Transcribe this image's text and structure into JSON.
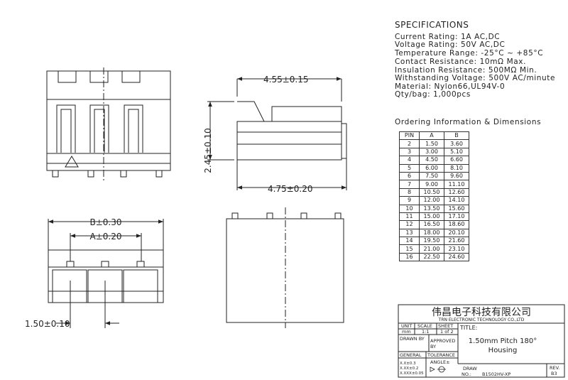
{
  "specifications": {
    "title": "SPECIFICATIONS",
    "lines": [
      "Current Rating: 1A AC,DC",
      "Voltage Rating: 50V AC,DC",
      "Temperature Range: -25°C ~ +85°C",
      "Contact Resistance: 10mΩ Max.",
      "Insulation Resistance: 500MΩ Min.",
      "Withstanding Voltage: 500V AC/minute",
      "Material: Nylon66,UL94V-0",
      "Qty/bag: 1,000pcs"
    ]
  },
  "ordering": {
    "title": "Ordering Information & Dimensions",
    "headers": [
      "PIN",
      "A",
      "B"
    ],
    "rows": [
      [
        "2",
        "1.50",
        "3.60"
      ],
      [
        "3",
        "3.00",
        "5.10"
      ],
      [
        "4",
        "4.50",
        "6.60"
      ],
      [
        "5",
        "6.00",
        "8.10"
      ],
      [
        "6",
        "7.50",
        "9.60"
      ],
      [
        "7",
        "9.00",
        "11.10"
      ],
      [
        "8",
        "10.50",
        "12.60"
      ],
      [
        "9",
        "12.00",
        "14.10"
      ],
      [
        "10",
        "13.50",
        "15.60"
      ],
      [
        "11",
        "15.00",
        "17.10"
      ],
      [
        "12",
        "16.50",
        "18.60"
      ],
      [
        "13",
        "18.00",
        "20.10"
      ],
      [
        "14",
        "19.50",
        "21.60"
      ],
      [
        "15",
        "21.00",
        "23.10"
      ],
      [
        "16",
        "22.50",
        "24.60"
      ]
    ]
  },
  "dimensions": {
    "top_width": "4.55±0.15",
    "height": "2.45±0.10",
    "bottom_width": "4.75±0.20",
    "b_dim": "B±0.30",
    "a_dim": "A±0.20",
    "pitch": "1.50±0.10"
  },
  "title_block": {
    "company_cn": "伟昌电子科技有限公司",
    "company_en": "TRN ELECTRONIC TECHNOLOGY CO.,LTD",
    "unit_label": "UNIT",
    "unit_value": "mm",
    "scale_label": "SCALE",
    "scale_value": "1:1",
    "sheet_label": "SHEET",
    "sheet_value": "1 of 2",
    "title_label": "TITLE:",
    "title_line1": "1.50mm Pitch 180°",
    "title_line2": "Housing",
    "drawn_by": "DRAWN BY",
    "approved_by_1": "APPROVED",
    "approved_by_2": "BY",
    "general": "GENERAL",
    "tolerance": "TOLERANCE",
    "angle": "ANGLE±",
    "tol1": "X.X±0.3",
    "tol2": "X.XX±0.2",
    "tol3": "X.XXX±0.05",
    "draw_no_label_1": "DRAW",
    "draw_no_label_2": "NO.:",
    "draw_no_value": "B1502HV-XP",
    "rev_label": "REV.",
    "rev_value": "B3"
  }
}
